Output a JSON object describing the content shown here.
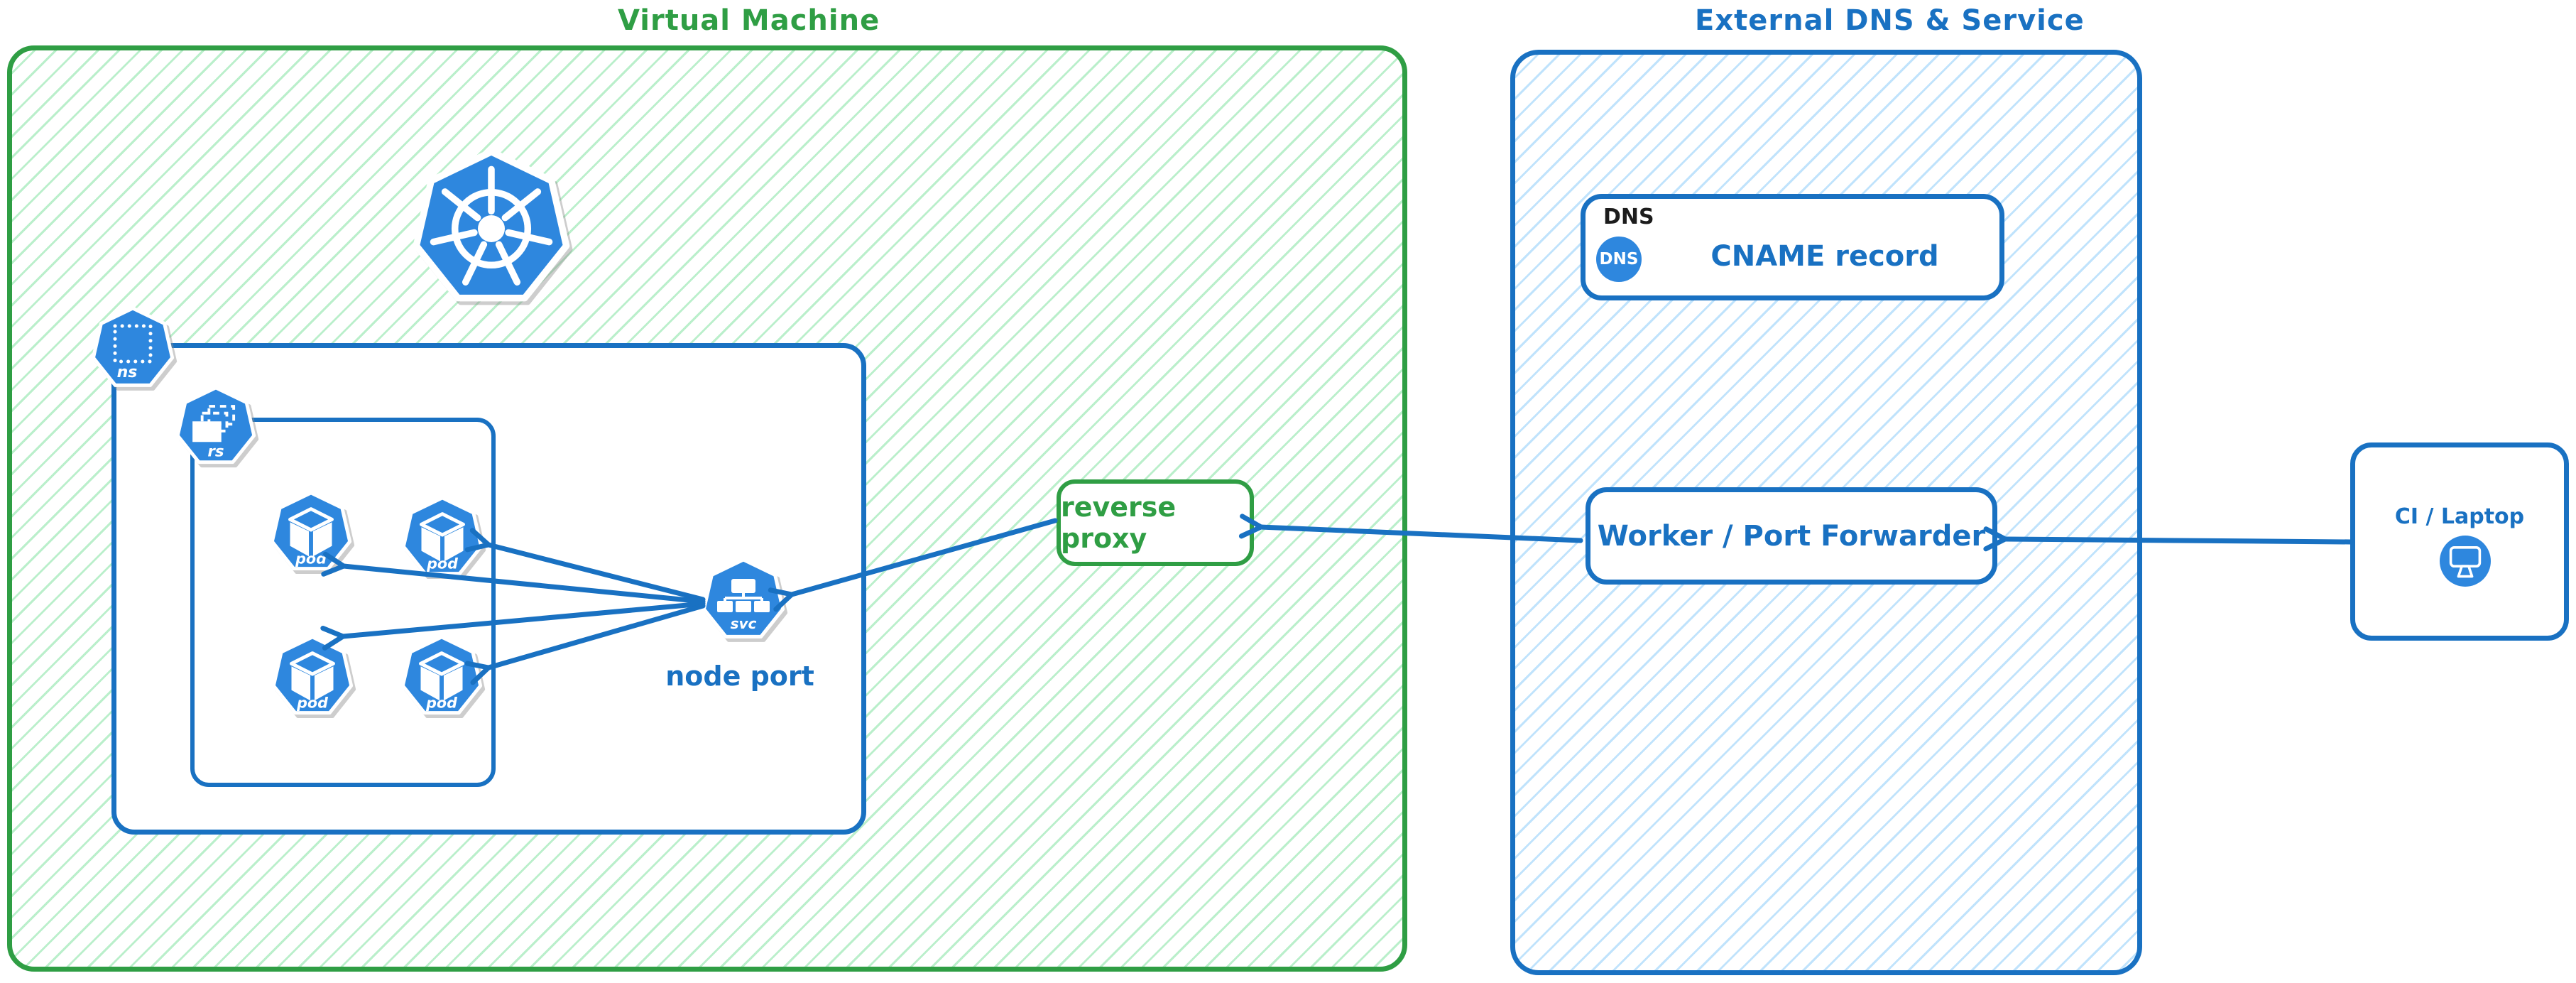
{
  "diagram": {
    "regions": {
      "virtual_machine": {
        "title": "Virtual Machine"
      },
      "external_dns_service": {
        "title": "External DNS & Service"
      }
    },
    "kubernetes": {
      "namespace_badge": "ns",
      "replicaset_badge": "rs",
      "pod_label": "pod",
      "service_badge": "svc",
      "service_caption": "node port"
    },
    "reverse_proxy": {
      "label": "reverse proxy"
    },
    "dns_record": {
      "header": "DNS",
      "icon_label": "DNS",
      "label": "CNAME record"
    },
    "worker": {
      "label": "Worker / Port Forwarder"
    },
    "client": {
      "label": "CI / Laptop"
    },
    "connections": [
      {
        "from": "CI / Laptop",
        "to": "Worker / Port Forwarder"
      },
      {
        "from": "Worker / Port Forwarder",
        "to": "reverse proxy"
      },
      {
        "from": "reverse proxy",
        "to": "node port service"
      },
      {
        "from": "node port service",
        "to": "pod 1"
      },
      {
        "from": "node port service",
        "to": "pod 2"
      },
      {
        "from": "node port service",
        "to": "pod 3"
      },
      {
        "from": "node port service",
        "to": "pod 4"
      }
    ],
    "colors": {
      "green_stroke": "#2f9e44",
      "green_hatch": "#9ce8b4",
      "blue_stroke": "#1971c2",
      "blue_hatch": "#a5d8ff",
      "icon_blue": "#2e87de",
      "dns_header_text": "#1c1c1c"
    }
  }
}
